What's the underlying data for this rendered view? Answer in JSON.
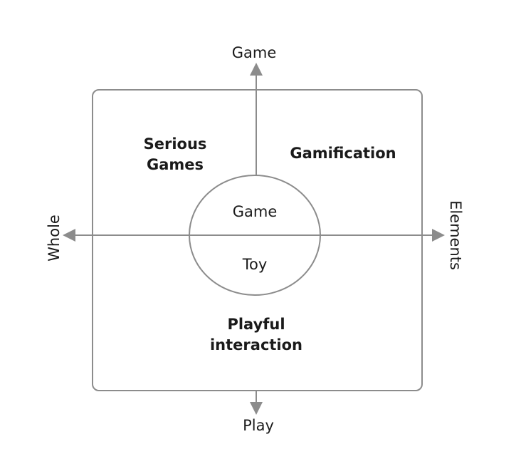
{
  "axes": {
    "top": "Game",
    "bottom": "Play",
    "left": "Whole",
    "right": "Elements"
  },
  "quadrants": {
    "top_left": [
      "Serious",
      "Games"
    ],
    "top_right": [
      "Gamification"
    ],
    "bottom": [
      "Playful",
      "interaction"
    ]
  },
  "center_circle": {
    "top": "Game",
    "bottom": "Toy"
  },
  "colors": {
    "lines": "#8c8c8c",
    "text": "#1a1a1a",
    "background": "#ffffff"
  }
}
